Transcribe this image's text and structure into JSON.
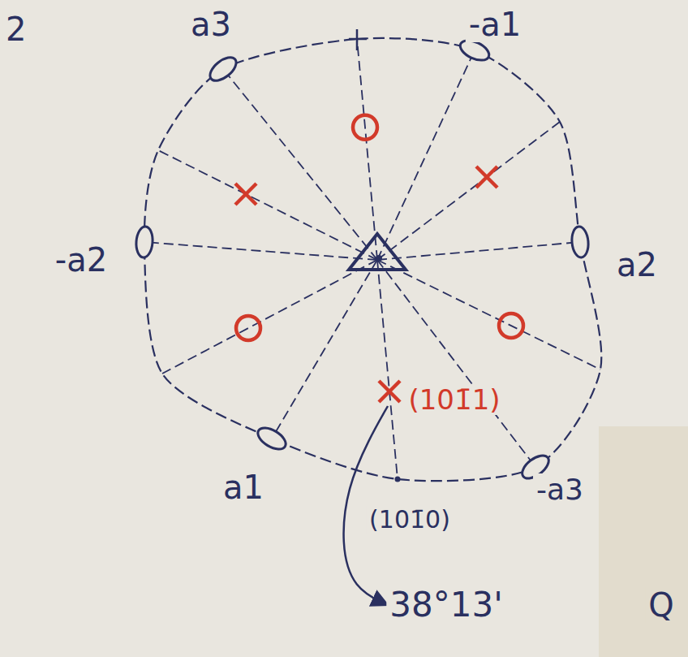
{
  "diagram": {
    "labels": [
      "2",
      "a3",
      "-a1",
      "-a2",
      "a2",
      "a1",
      "-a3",
      "(101̄1)",
      "(101̄0)",
      "38°13'",
      "Q"
    ]
  }
}
